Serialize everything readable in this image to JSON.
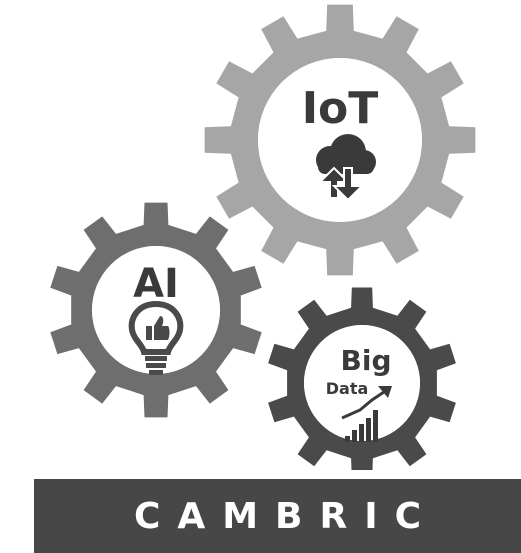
{
  "gears": [
    {
      "id": "iot",
      "label": "IoT",
      "icon": "cloud-sync-icon",
      "color": "#a6a6a6"
    },
    {
      "id": "ai",
      "label": "AI",
      "icon": "lightbulb-thumbs-up-icon",
      "color": "#6e6e6e"
    },
    {
      "id": "bigdata",
      "label_line1": "Big",
      "label_line2": "Data",
      "icon": "growth-chart-icon",
      "color": "#4a4a4a"
    }
  ],
  "banner": {
    "text": "CAMBRIC",
    "color": "#474747"
  }
}
